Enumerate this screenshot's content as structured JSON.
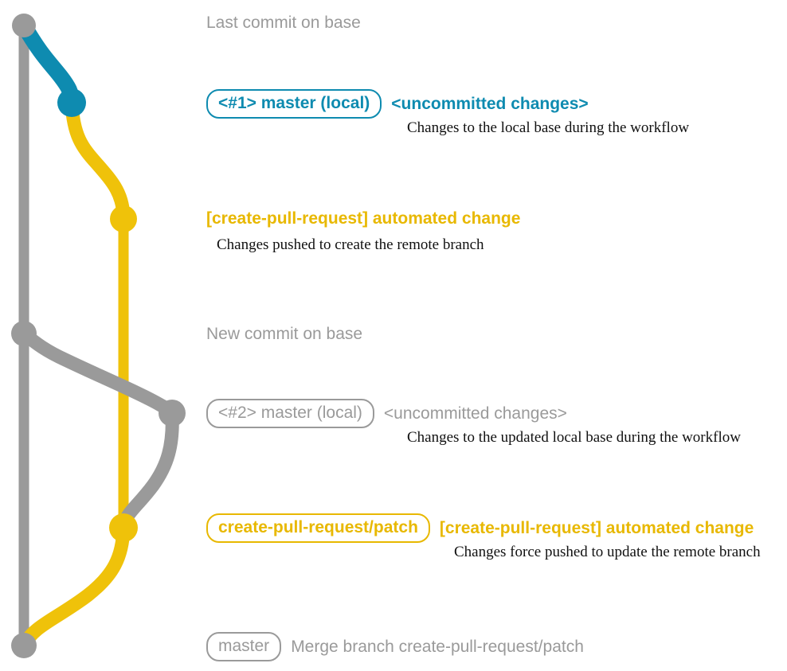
{
  "title": "git branch graph — create-pull-request workflow",
  "colors": {
    "gray": "#9a9a9a",
    "blue": "#0e8bb0",
    "yellow": "#efc20a",
    "yellow_text": "#e8b800",
    "black": "#111111",
    "background": "#ffffff"
  },
  "commits": [
    {
      "id": "base-last",
      "node_color": "gray",
      "badge": null,
      "subject": "Last commit on base",
      "subject_color": "gray",
      "subject_bold": false,
      "description": null
    },
    {
      "id": "local-1",
      "node_color": "blue",
      "badge": "<#1> master (local)",
      "badge_color": "blue",
      "badge_bold": true,
      "subject": "<uncommitted changes>",
      "subject_color": "blue",
      "subject_bold": true,
      "description": "Changes to the local base during the workflow"
    },
    {
      "id": "cpr-create",
      "node_color": "yellow",
      "badge": null,
      "subject": "[create-pull-request] automated change",
      "subject_color": "yellow_text",
      "subject_bold": true,
      "description": "Changes pushed to create the remote branch"
    },
    {
      "id": "base-new",
      "node_color": "gray",
      "badge": null,
      "subject": "New commit on base",
      "subject_color": "gray",
      "subject_bold": false,
      "description": null
    },
    {
      "id": "local-2",
      "node_color": "gray",
      "badge": "<#2> master (local)",
      "badge_color": "gray",
      "badge_bold": false,
      "subject": "<uncommitted changes>",
      "subject_color": "gray",
      "subject_bold": false,
      "description": "Changes to the updated local base during the workflow"
    },
    {
      "id": "cpr-patch",
      "node_color": "yellow",
      "badge": "create-pull-request/patch",
      "badge_color": "yellow_text",
      "badge_bold": true,
      "subject": "[create-pull-request] automated change",
      "subject_color": "yellow_text",
      "subject_bold": true,
      "description": "Changes force pushed to update the remote branch"
    },
    {
      "id": "master-merge",
      "node_color": "gray",
      "badge": "master",
      "badge_color": "gray",
      "badge_bold": false,
      "subject": "Merge branch create-pull-request/patch",
      "subject_color": "gray",
      "subject_bold": false,
      "description": null
    }
  ]
}
